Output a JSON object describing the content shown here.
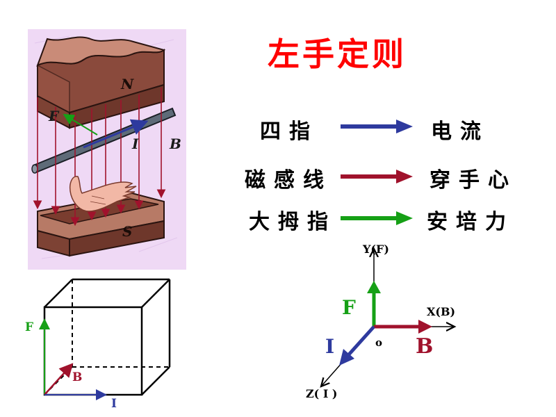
{
  "title": "左手定则",
  "rules": [
    {
      "left": "四指",
      "right": "电流",
      "arrow_color": "#2e3a9e"
    },
    {
      "left": "磁感线",
      "right": "穿手心",
      "arrow_color": "#a0122c"
    },
    {
      "left": "大拇指",
      "right": "安培力",
      "arrow_color": "#16a016"
    }
  ],
  "illustration": {
    "pole_n": "N",
    "pole_s": "S",
    "force_label": "F",
    "current_label": "I",
    "field_label": "B",
    "background_color": "#efd9f5"
  },
  "cube_diagram": {
    "f_label": "F",
    "b_label": "B",
    "i_label": "I"
  },
  "axes_diagram": {
    "y_axis": "Y(F)",
    "x_axis": "X(B)",
    "z_axis": "Z( I )",
    "origin": "o",
    "f_label": "F",
    "b_label": "B",
    "i_label": "I"
  },
  "colors": {
    "title": "#ff0000",
    "current": "#2e3a9e",
    "field": "#a0122c",
    "force": "#16a016"
  }
}
